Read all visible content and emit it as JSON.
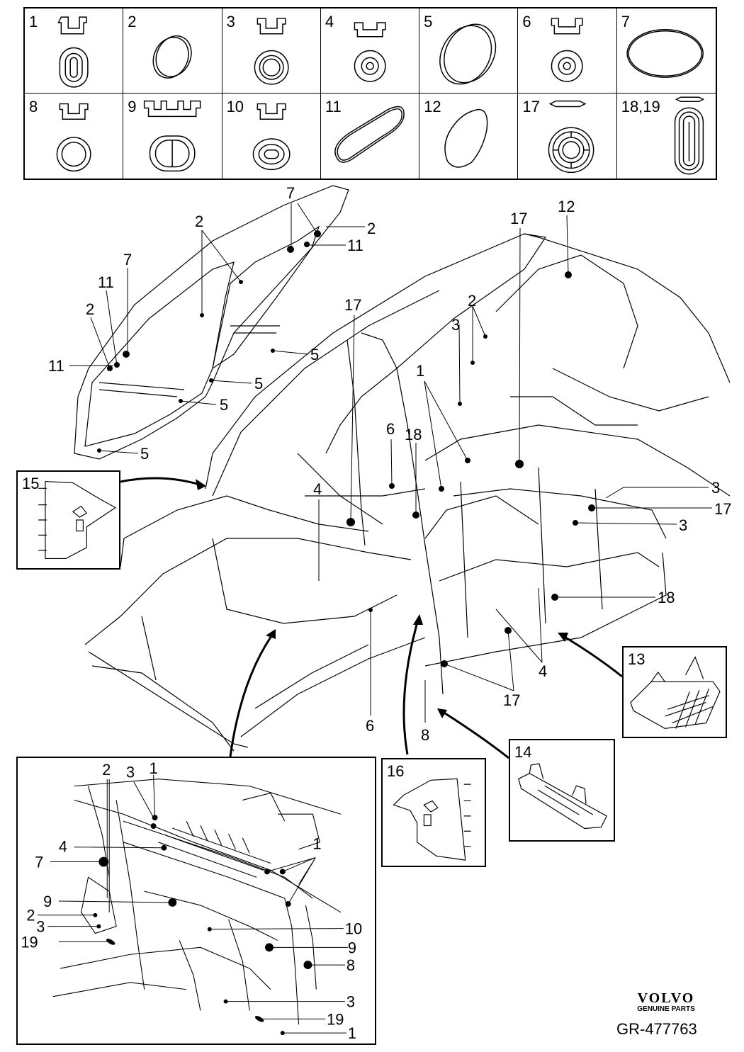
{
  "legend": [
    {
      "label": "1"
    },
    {
      "label": "2"
    },
    {
      "label": "3"
    },
    {
      "label": "4"
    },
    {
      "label": "5"
    },
    {
      "label": "6"
    },
    {
      "label": "7"
    },
    {
      "label": "8"
    },
    {
      "label": "9"
    },
    {
      "label": "10"
    },
    {
      "label": "11"
    },
    {
      "label": "12"
    },
    {
      "label": "17"
    },
    {
      "label": "18,19"
    }
  ],
  "callouts": {
    "door_7a": "7",
    "door_2a": "2",
    "door_11a": "11",
    "door_2b": "2",
    "door_7b": "7",
    "door_11b": "11",
    "door_2c": "2",
    "door_11c": "11",
    "door_5a": "5",
    "door_5b": "5",
    "door_5c": "5",
    "door_5d": "5",
    "body_17a": "17",
    "body_12": "12",
    "body_17b": "17",
    "body_2": "2",
    "body_3a": "3",
    "body_1": "1",
    "body_6a": "6",
    "body_18a": "18",
    "body_4a": "4",
    "body_3b": "3",
    "body_17c": "17",
    "body_3c": "3",
    "body_18b": "18",
    "body_4b": "4",
    "body_17d": "17",
    "body_6b": "6",
    "body_8": "8",
    "inset_2a": "2",
    "inset_3a": "3",
    "inset_1a": "1",
    "inset_4": "4",
    "inset_7": "7",
    "inset_1b": "1",
    "inset_9a": "9",
    "inset_2b": "2",
    "inset_3b": "3",
    "inset_19a": "19",
    "inset_10": "10",
    "inset_9b": "9",
    "inset_8": "8",
    "inset_3c": "3",
    "inset_19b": "19",
    "inset_1c": "1"
  },
  "details": {
    "d13": "13",
    "d14": "14",
    "d15": "15",
    "d16": "16"
  },
  "brand": {
    "logo": "VOLVO",
    "sub": "GENUINE PARTS"
  },
  "reference": "GR-477763"
}
